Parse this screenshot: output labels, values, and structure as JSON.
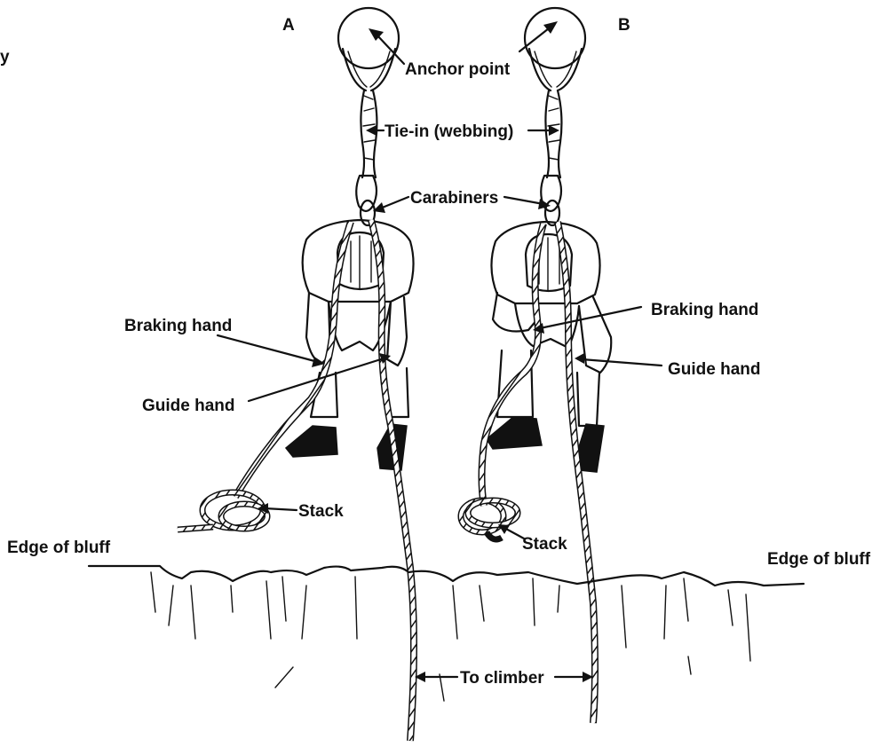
{
  "panels": {
    "a": "A",
    "b": "B"
  },
  "labels": {
    "anchor_point": "Anchor point",
    "tie_in": "Tie-in (webbing)",
    "carabiners": "Carabiners",
    "braking_hand_a": "Braking hand",
    "guide_hand_a": "Guide hand",
    "braking_hand_b": "Braking hand",
    "guide_hand_b": "Guide hand",
    "stack_a": "Stack",
    "stack_b": "Stack",
    "edge_left": "Edge of bluff",
    "edge_right": "Edge of bluff",
    "to_climber": "To climber",
    "corner_mark": "y"
  }
}
